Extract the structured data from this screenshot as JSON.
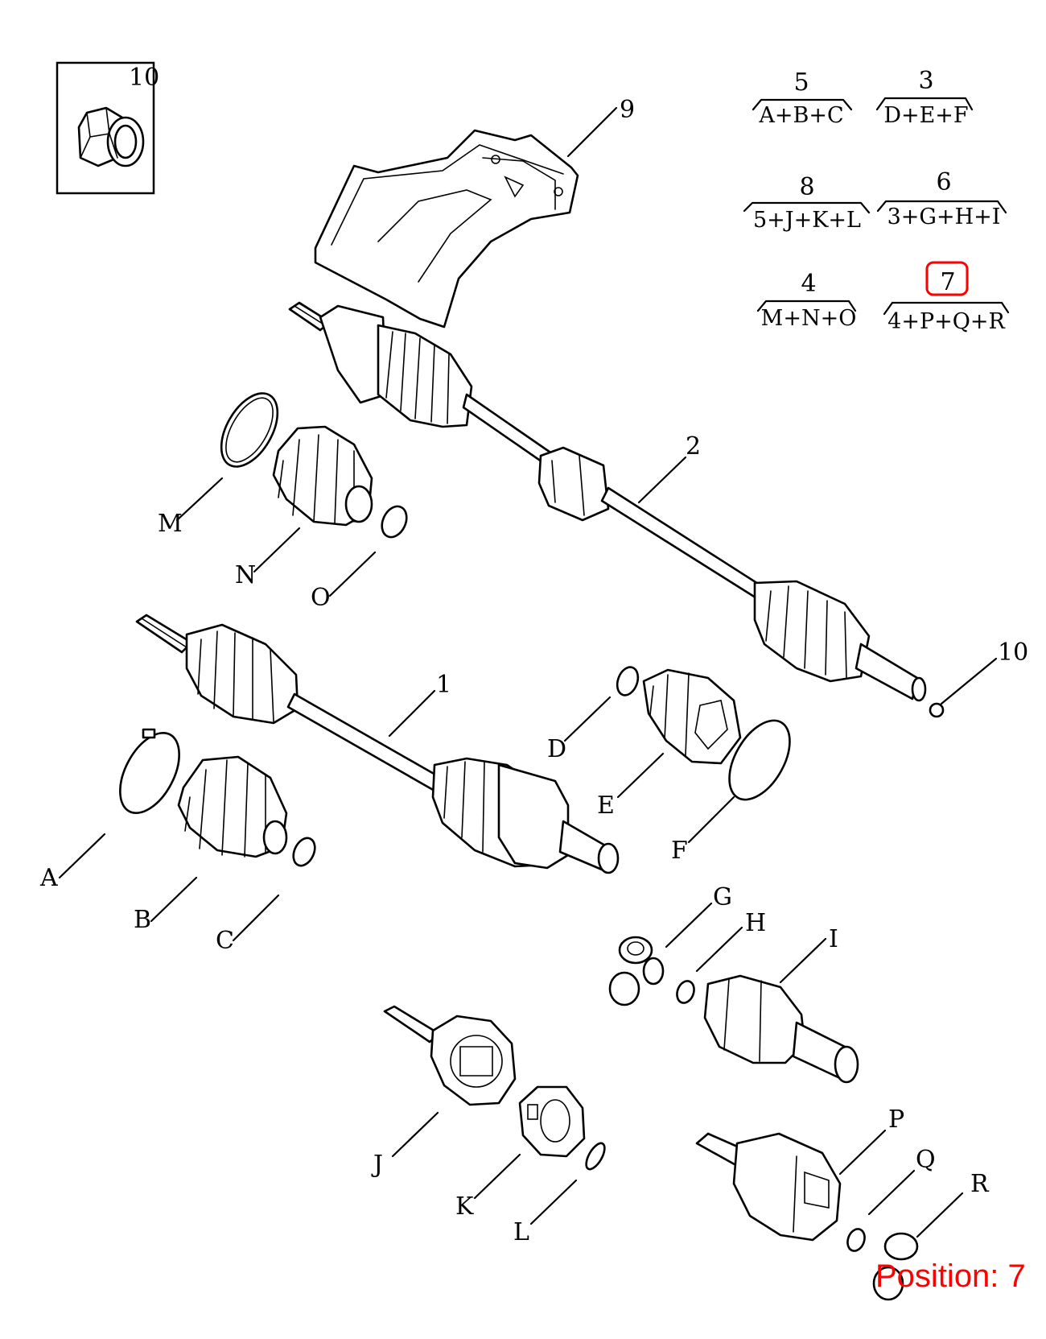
{
  "colors": {
    "highlight": "#ff0000",
    "line": "#000000",
    "background": "#ffffff"
  },
  "inset": {
    "number": "10"
  },
  "formulas": [
    {
      "id": "f5",
      "top": "5",
      "bottom": "A+B+C"
    },
    {
      "id": "f3",
      "top": "3",
      "bottom": "D+E+F"
    },
    {
      "id": "f8",
      "top": "8",
      "bottom": "5+J+K+L"
    },
    {
      "id": "f6",
      "top": "6",
      "bottom": "3+G+H+I"
    },
    {
      "id": "f4",
      "top": "4",
      "bottom": "M+N+O"
    },
    {
      "id": "f7",
      "top": "7",
      "bottom": "4+P+Q+R",
      "highlighted": true
    }
  ],
  "callouts": {
    "c9": "9",
    "c2": "2",
    "c10": "10",
    "c1": "1",
    "cM": "M",
    "cN": "N",
    "cO": "O",
    "cA": "A",
    "cB": "B",
    "cC": "C",
    "cD": "D",
    "cE": "E",
    "cF": "F",
    "cG": "G",
    "cH": "H",
    "cI": "I",
    "cJ": "J",
    "cK": "K",
    "cL": "L",
    "cP": "P",
    "cQ": "Q",
    "cR": "R"
  },
  "position_label": "Position: 7"
}
